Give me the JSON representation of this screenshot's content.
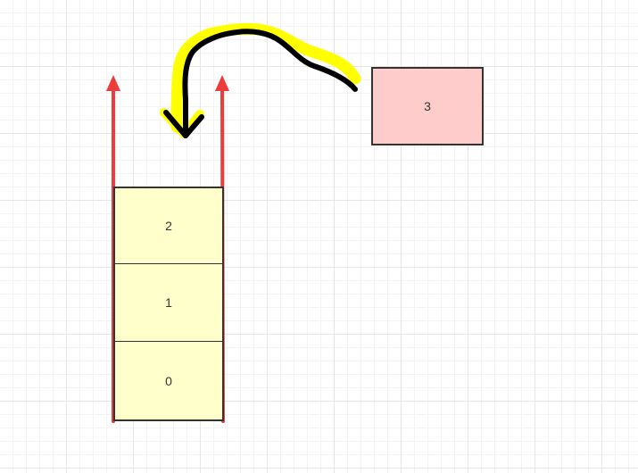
{
  "stack": {
    "cells": [
      {
        "label": "2"
      },
      {
        "label": "1"
      },
      {
        "label": "0"
      }
    ]
  },
  "incoming": {
    "label": "3"
  },
  "colors": {
    "stack_fill": "#ffffcc",
    "incoming_fill": "#ffcccc",
    "wall_arrow": "#ee3b3b",
    "highlight": "#ffff00",
    "push_stroke": "#000000",
    "grid": "#e6e6e6"
  }
}
